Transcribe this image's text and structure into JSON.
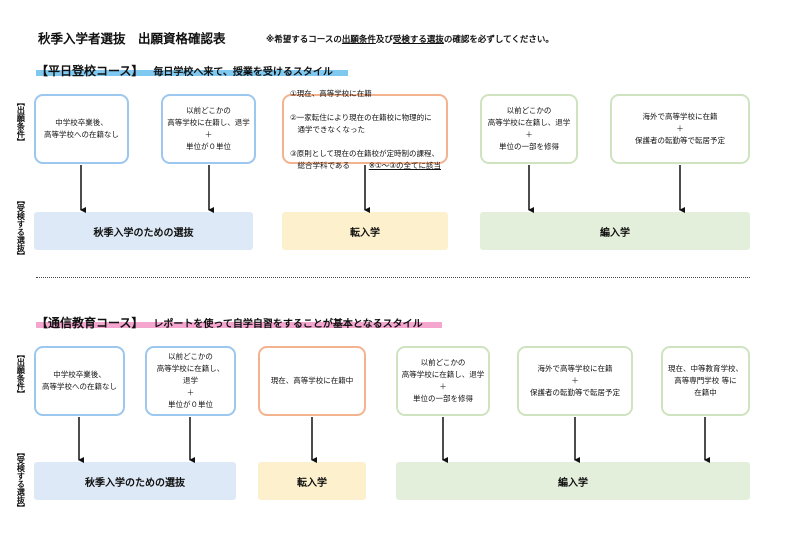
{
  "header": {
    "title": "秋季入学者選抜　出願資格確認表",
    "notice_pre": "※希望するコースの",
    "notice_u1": "出願条件",
    "notice_mid": "及び",
    "notice_u2": "受検する選抜",
    "notice_post": "の確認を必ずしてください。"
  },
  "labels": {
    "conditions": "【出願条件】",
    "exam": "【受検する選抜】"
  },
  "weekday": {
    "title": "【平日登校コース】",
    "tagline": "毎日学校へ来て、授業を受けるスタイル",
    "conditions": [
      "中学校卒業後、\n高等学校への在籍なし",
      "以前どこかの\n高等学校に在籍し、退学\n＋\n単位が０単位",
      "以前どこかの\n高等学校に在籍し、退学\n＋\n単位の一部を修得",
      "海外で高等学校に在籍\n＋\n保護者の転勤等で転居予定"
    ],
    "transfer_items": [
      "①現在、高等学校に在籍",
      "②一家転住により現在の在籍校に物理的に\n　通学できなくなった",
      "③原則として現在の在籍校が定時制の課程、\n　総合学科である"
    ],
    "transfer_note": "※①～③の全てに該当",
    "exams": [
      "秋季入学のための選抜",
      "転入学",
      "編入学"
    ]
  },
  "correspondence": {
    "title": "【通信教育コース】",
    "tagline": "レポートを使って自学自習をすることが基本となるスタイル",
    "conditions": [
      "中学校卒業後、\n高等学校への在籍なし",
      "以前どこかの\n高等学校に在籍し、\n退学\n＋\n単位が０単位",
      "現在、高等学校に在籍中",
      "以前どこかの\n高等学校に在籍し、退学\n＋\n単位の一部を修得",
      "海外で高等学校に在籍\n＋\n保護者の転勤等で転居予定",
      "現在、中等教育学校、\n高等専門学校 等に\n在籍中"
    ],
    "exams": [
      "秋季入学のための選抜",
      "転入学",
      "編入学"
    ]
  }
}
